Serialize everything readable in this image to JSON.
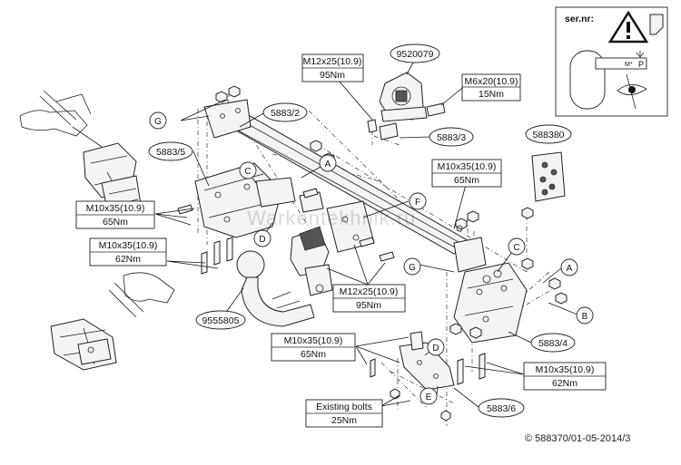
{
  "labels": {
    "m12_top_a": "M12x25(10.9)",
    "m12_top_b": "95Nm",
    "part_9520079": "9520079",
    "m6_a": "M6x20(10.9)",
    "m6_b": "15Nm",
    "part_5883_2": "5883/2",
    "part_5883_3": "5883/3",
    "part_5883_5": "5883/5",
    "part_588380": "588380",
    "m10_right_a": "M10x35(10.9)",
    "m10_right_b": "65Nm",
    "m10_left_a": "M10x35(10.9)",
    "m10_left_b": "65Nm",
    "m10_left2_a": "M10x35(10.9)",
    "m10_left2_b": "62Nm",
    "m12_mid_a": "M12x25(10.9)",
    "m12_mid_b": "95Nm",
    "part_9555805": "9555805",
    "part_5883_4": "5883/4",
    "m10_bottom_a": "M10x35(10.9)",
    "m10_bottom_b": "65Nm",
    "m10_bottom2_a": "M10x35(10.9)",
    "m10_bottom2_b": "62Nm",
    "existing_a": "Existing bolts",
    "existing_b": "25Nm",
    "part_5883_6": "5883/6",
    "sernr": "ser.nr:",
    "plate_m": "M*",
    "plate_p": "P"
  },
  "letters": {
    "a1": "A",
    "a2": "A",
    "b": "B",
    "c1": "C",
    "c2": "C",
    "d1": "D",
    "d2": "D",
    "e": "E",
    "f": "F",
    "g1": "G",
    "g2": "G"
  },
  "watermark": "Warkentekhnik.ru",
  "footer": "© 588370/01-05-2014/3",
  "colors": {
    "ink": "#111111",
    "background": "#ffffff"
  }
}
